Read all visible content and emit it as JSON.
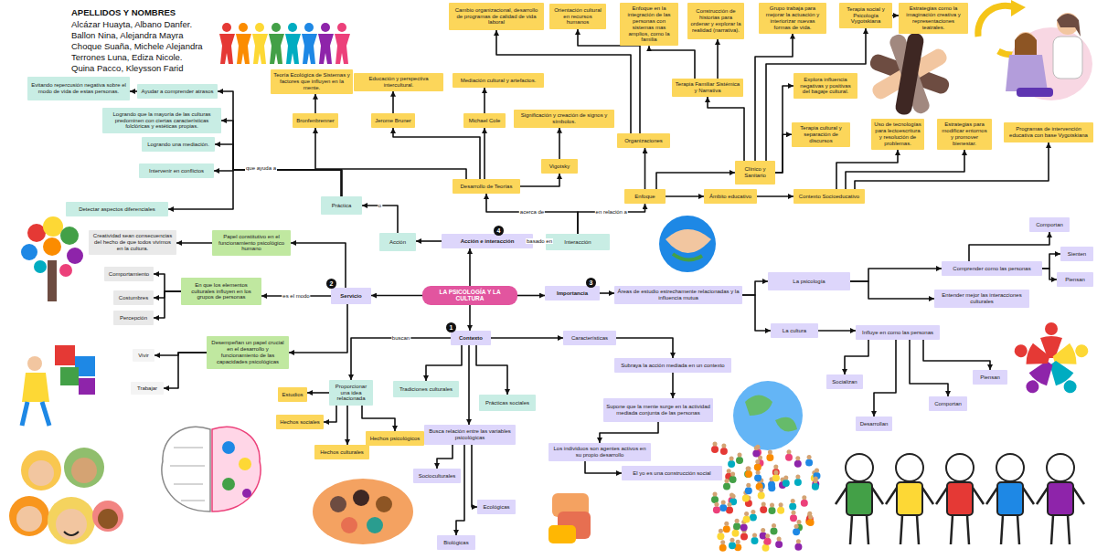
{
  "diagram": {
    "title": "APELLIDOS Y NOMBRES",
    "nodes": [
      {
        "text": [
          "LA PSICOLOGÍA Y LA CULTURA"
        ]
      },
      {
        "text": [
          "Acción e interacción"
        ]
      },
      {
        "text": [
          "Servicio"
        ]
      },
      {
        "text": [
          "Importancia"
        ]
      },
      {
        "text": [
          "Contexto"
        ]
      },
      {
        "text": [
          "Interacción"
        ]
      },
      {
        "text": [
          "Acción"
        ]
      },
      {
        "text": [
          "Práctica"
        ]
      },
      {
        "text": [
          "Enfoque"
        ]
      },
      {
        "text": [
          "Desarrollo de Teorías"
        ]
      },
      {
        "text": [
          "Bronfenbrenner"
        ]
      },
      {
        "text": [
          "Teoría Ecológica de Sistemas y factores que influyen en la mente."
        ]
      },
      {
        "text": [
          "Jerome Bruner"
        ]
      },
      {
        "text": [
          "Educación y perspectiva intercultural."
        ]
      },
      {
        "text": [
          "Michael Cole"
        ]
      },
      {
        "text": [
          "Mediación cultural y artefactos."
        ]
      },
      {
        "text": [
          "Vigotsky"
        ]
      },
      {
        "text": [
          "Significación y creación de signos y símbolos."
        ]
      },
      {
        "text": [
          "Organizaciones"
        ]
      },
      {
        "text": [
          "Cambio organizacional, desarrollo de programas de calidad de vida laboral"
        ]
      },
      {
        "text": [
          "Orientación cultural en recursos humanos"
        ]
      },
      {
        "text": [
          "Ámbito educativo"
        ]
      },
      {
        "text": [
          "Contexto Socioeducativo"
        ]
      },
      {
        "text": [
          "Clínico y Sanitario"
        ]
      },
      {
        "text": [
          "Terapia Familiar Sistémica y Narrativa"
        ]
      },
      {
        "text": [
          "Enfoque en la integración de las personas con sistemas mas amplios, como la familia"
        ]
      },
      {
        "text": [
          "Construcción de historias para ordenar y explorar la realidad (narrativa)."
        ]
      },
      {
        "text": [
          "Grupo trabaja para mejorar la actuación y interiorizar nuevas formas de vida."
        ]
      },
      {
        "text": [
          "Terapia social y Psicología Vygotskiana"
        ]
      },
      {
        "text": [
          "Estrategias como la imaginación creativa y representaciones teatrales."
        ]
      },
      {
        "text": [
          "Explora influencia negativas y positivas del bagaje cultural."
        ]
      },
      {
        "text": [
          "Terapia cultural y separación de discursos"
        ]
      },
      {
        "text": [
          "Uso de tecnologías para lectoescritura y resolución de problemas."
        ]
      },
      {
        "text": [
          "Estrategias para modificar entornos y promover bienestar."
        ]
      },
      {
        "text": [
          "Programas de intervención educativa con base Vygotskiana"
        ]
      },
      {
        "text": [
          "Ayudar a comprender atrasos"
        ]
      },
      {
        "text": [
          "Evitando repercusión negativa sobre el modo de vida de estas personas."
        ]
      },
      {
        "text": [
          "Logrando que la mayoría de las culturas predominen con ciertas características folclóricas y estéticas propias."
        ]
      },
      {
        "text": [
          "Logrando una mediación."
        ]
      },
      {
        "text": [
          "Intervenir en conflictos"
        ]
      },
      {
        "text": [
          "Detectar aspectos diferenciales"
        ]
      },
      {
        "text": [
          "Papel constitutivo en el funcionamiento psicológico humano"
        ]
      },
      {
        "text": [
          "Creatividad sean consecuencias del hecho de que todos vivimos en la cultura."
        ]
      },
      {
        "text": [
          "En que los elementos culturales influyen en los grupos de personas"
        ]
      },
      {
        "text": [
          "Comportamiento"
        ]
      },
      {
        "text": [
          "Costumbres"
        ]
      },
      {
        "text": [
          "Percepción"
        ]
      },
      {
        "text": [
          "Desempeñan un papel crucial en el desarrollo y funcionamiento de las capacidades psicológicas"
        ]
      },
      {
        "text": [
          "Vivir"
        ]
      },
      {
        "text": [
          "Trabajar"
        ]
      },
      {
        "text": [
          "Áreas de estudio estrechamente relacionadas y la influencia mutua"
        ]
      },
      {
        "text": [
          "La psicología"
        ]
      },
      {
        "text": [
          "Comprender como las personas"
        ]
      },
      {
        "text": [
          "Comportan"
        ]
      },
      {
        "text": [
          "Sienten"
        ]
      },
      {
        "text": [
          "Piensan"
        ]
      },
      {
        "text": [
          "Entender mejor las interacciones culturales"
        ]
      },
      {
        "text": [
          "La cultura"
        ]
      },
      {
        "text": [
          "Influye en como las personas"
        ]
      },
      {
        "text": [
          "Socializan"
        ]
      },
      {
        "text": [
          "Piensan"
        ]
      },
      {
        "text": [
          "Comportan"
        ]
      },
      {
        "text": [
          "Desarrollan"
        ]
      },
      {
        "text": [
          "Características"
        ]
      },
      {
        "text": [
          "Subraya la acción mediada en un contexto"
        ]
      },
      {
        "text": [
          "Supone que la mente surge en la actividad mediada conjunta de las personas"
        ]
      },
      {
        "text": [
          "Los individuos son agentes activos en su propio desarrollo"
        ]
      },
      {
        "text": [
          "El yo es una construcción social"
        ]
      },
      {
        "text": [
          "Proporcionar una idea relacionada"
        ]
      },
      {
        "text": [
          "Estudios"
        ]
      },
      {
        "text": [
          "Hechos sociales"
        ]
      },
      {
        "text": [
          "Hechos culturales"
        ]
      },
      {
        "text": [
          "Hechos psicológicos"
        ]
      },
      {
        "text": [
          "Tradiciones culturales"
        ]
      },
      {
        "text": [
          "Prácticas sociales"
        ]
      },
      {
        "text": [
          "Busca relación entre las variables psicológicas"
        ]
      },
      {
        "text": [
          "Socioculturales"
        ]
      },
      {
        "text": [
          "Ecológicas"
        ]
      },
      {
        "text": [
          "Biológicas"
        ]
      }
    ],
    "edges": [
      {
        "from": 0,
        "to": 1,
        "arrow": "to"
      },
      {
        "from": 0,
        "to": 2,
        "arrow": "to"
      },
      {
        "from": 0,
        "to": 3,
        "arrow": "to"
      },
      {
        "from": 0,
        "to": 4,
        "arrow": "to"
      },
      {
        "from": 1,
        "to": 5,
        "label": "basado en",
        "arrow": "to"
      },
      {
        "from": 1,
        "to": 6,
        "arrow": "to"
      },
      {
        "from": 5,
        "to": 9,
        "label": "acerca de",
        "arrow": "to"
      },
      {
        "from": 5,
        "to": 8,
        "label": "en relación a",
        "arrow": "to"
      },
      {
        "from": 6,
        "to": 7,
        "label": "o",
        "arrow": "to"
      },
      {
        "from": 9,
        "to": 10,
        "arrow": "to"
      },
      {
        "from": 10,
        "to": 11,
        "arrow": "to"
      },
      {
        "from": 9,
        "to": 12,
        "arrow": "to"
      },
      {
        "from": 12,
        "to": 13,
        "arrow": "to"
      },
      {
        "from": 9,
        "to": 14,
        "arrow": "to"
      },
      {
        "from": 14,
        "to": 15,
        "arrow": "to"
      },
      {
        "from": 9,
        "to": 16,
        "arrow": "to"
      },
      {
        "from": 16,
        "to": 17,
        "arrow": "to"
      },
      {
        "from": 8,
        "to": 18,
        "arrow": "to"
      },
      {
        "from": 18,
        "to": 19,
        "arrow": "to"
      },
      {
        "from": 18,
        "to": 20,
        "arrow": "to"
      },
      {
        "from": 8,
        "to": 21,
        "arrow": "to"
      },
      {
        "from": 21,
        "to": 22,
        "arrow": "to"
      },
      {
        "from": 8,
        "to": 23,
        "arrow": "to"
      },
      {
        "from": 23,
        "to": 24,
        "arrow": "to"
      },
      {
        "from": 24,
        "to": 25,
        "arrow": "to"
      },
      {
        "from": 24,
        "to": 26,
        "arrow": "to"
      },
      {
        "from": 23,
        "to": 27,
        "arrow": "to"
      },
      {
        "from": 23,
        "to": 28,
        "arrow": "to"
      },
      {
        "from": 28,
        "to": 29,
        "arrow": "to"
      },
      {
        "from": 23,
        "to": 30,
        "arrow": "to"
      },
      {
        "from": 23,
        "to": 31,
        "arrow": "to"
      },
      {
        "from": 22,
        "to": 32,
        "arrow": "to"
      },
      {
        "from": 22,
        "to": 33,
        "arrow": "to"
      },
      {
        "from": 22,
        "to": 34,
        "arrow": "to"
      },
      {
        "from": 3,
        "to": 50,
        "arrow": "to"
      },
      {
        "from": 50,
        "to": 51,
        "arrow": "to"
      },
      {
        "from": 50,
        "to": 57,
        "arrow": "to"
      },
      {
        "from": 51,
        "to": 52,
        "arrow": "to"
      },
      {
        "from": 51,
        "to": 56,
        "arrow": "to"
      },
      {
        "from": 52,
        "to": 53,
        "arrow": "to"
      },
      {
        "from": 52,
        "to": 54,
        "arrow": "to"
      },
      {
        "from": 52,
        "to": 55,
        "arrow": "to"
      },
      {
        "from": 57,
        "to": 58,
        "arrow": "to"
      },
      {
        "from": 58,
        "to": 59,
        "arrow": "to"
      },
      {
        "from": 58,
        "to": 62,
        "arrow": "to"
      },
      {
        "from": 58,
        "to": 61,
        "arrow": "to"
      },
      {
        "from": 58,
        "to": 60,
        "arrow": "to"
      },
      {
        "from": 4,
        "to": 63,
        "arrow": "to"
      },
      {
        "from": 63,
        "to": 64,
        "arrow": "to"
      },
      {
        "from": 64,
        "to": 65,
        "arrow": "to"
      },
      {
        "from": 65,
        "to": 66,
        "arrow": "to"
      },
      {
        "from": 66,
        "to": 67,
        "arrow": "to"
      },
      {
        "from": 4,
        "to": 68,
        "label": "buscan",
        "arrow": "to"
      },
      {
        "from": 68,
        "to": 69,
        "arrow": "to"
      },
      {
        "from": 68,
        "to": 70,
        "arrow": "to"
      },
      {
        "from": 68,
        "to": 71,
        "arrow": "to"
      },
      {
        "from": 68,
        "to": 72,
        "arrow": "to"
      },
      {
        "from": 4,
        "to": 73,
        "arrow": "to"
      },
      {
        "from": 4,
        "to": 74,
        "arrow": "to"
      },
      {
        "from": 4,
        "to": 75,
        "arrow": "to"
      },
      {
        "from": 75,
        "to": 76,
        "arrow": "to"
      },
      {
        "from": 75,
        "to": 77,
        "arrow": "to"
      },
      {
        "from": 75,
        "to": 78,
        "arrow": "to"
      },
      {
        "from": 2,
        "to": 41,
        "arrow": "to"
      },
      {
        "from": 41,
        "to": 42,
        "arrow": "to"
      },
      {
        "from": 2,
        "to": 43,
        "label": "es el modo",
        "arrow": "to"
      },
      {
        "from": 43,
        "to": 44,
        "arrow": "to"
      },
      {
        "from": 43,
        "to": 45,
        "arrow": "to"
      },
      {
        "from": 43,
        "to": 46,
        "arrow": "to"
      },
      {
        "from": 2,
        "to": 47,
        "arrow": "to"
      },
      {
        "from": 47,
        "to": 48,
        "arrow": "to"
      },
      {
        "from": 47,
        "to": 49,
        "arrow": "to"
      },
      {
        "from": 7,
        "to": 35,
        "arrow": "to"
      },
      {
        "from": 7,
        "to": 37,
        "arrow": "to"
      },
      {
        "from": 7,
        "to": 38,
        "arrow": "to"
      },
      {
        "from": 7,
        "to": 39,
        "arrow": "to"
      },
      {
        "from": 7,
        "to": 40,
        "arrow": "to"
      },
      {
        "from": 35,
        "to": 36,
        "arrow": "to"
      }
    ],
    "labels": [
      "Alcázar Huayta, Albano Danfer.",
      "Ballon Nina, Alejandra Mayra",
      "Choque Suaña, Michele Alejandra",
      "Terrones Luna, Ediza Nicole.",
      "Quina Pacco, Kleysson Farid",
      "que ayuda a",
      "4",
      "2",
      "3",
      "1"
    ]
  }
}
